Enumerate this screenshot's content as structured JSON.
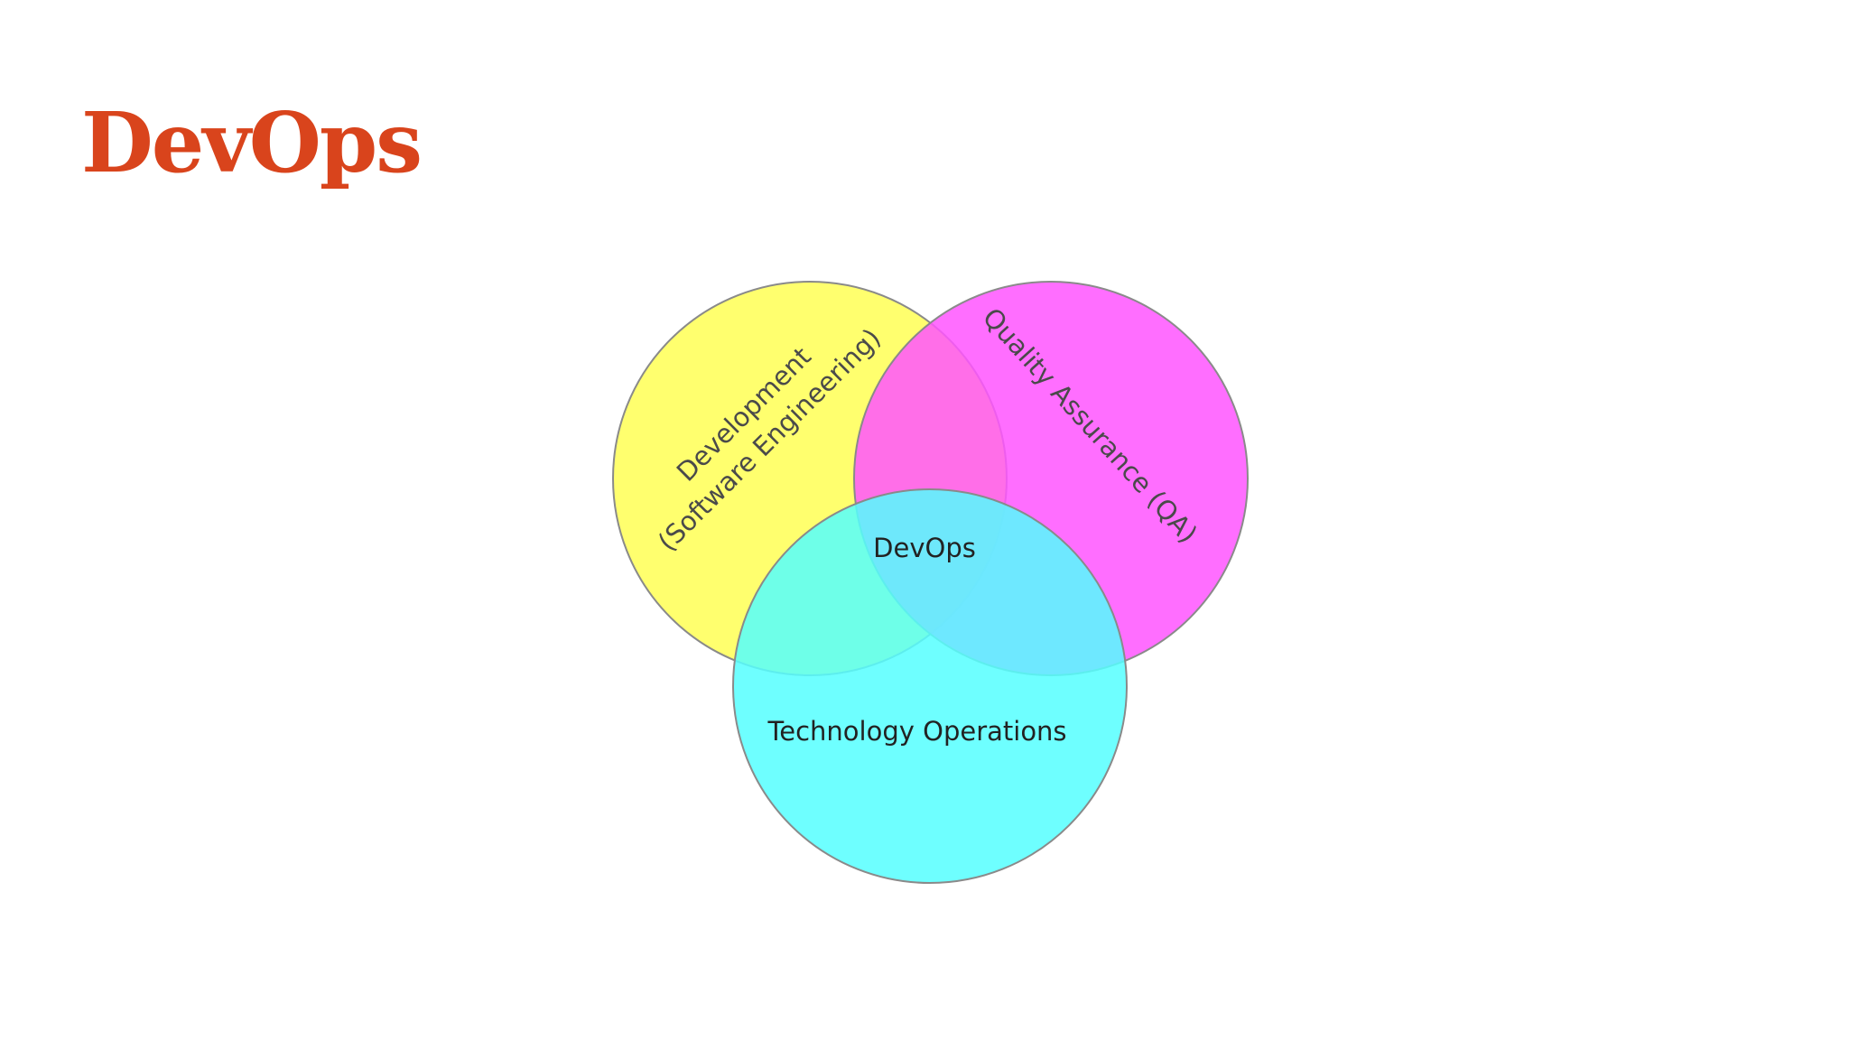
{
  "slide": {
    "title": "DevOps",
    "title_color": "#D9441C"
  },
  "venn": {
    "sets": [
      {
        "id": "development",
        "label_line1": "Development",
        "label_line2": "(Software Engineering)",
        "color": "#FFFF55"
      },
      {
        "id": "quality-assurance",
        "label": "Quality Assurance (QA)",
        "color": "#FF55FF"
      },
      {
        "id": "technology-operations",
        "label": "Technology Operations",
        "color": "#55FFFF"
      }
    ],
    "intersection_label": "DevOps",
    "stroke_color": "#8A8A8A",
    "text_color": "#4A4A4A"
  }
}
